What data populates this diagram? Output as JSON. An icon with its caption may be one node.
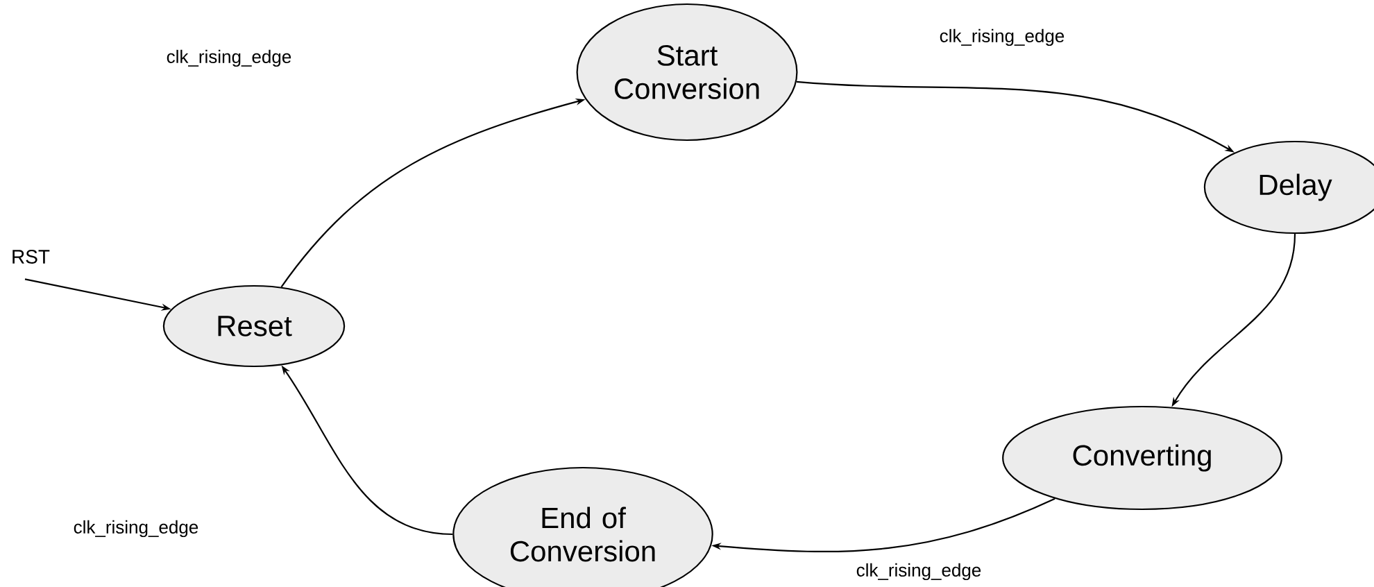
{
  "diagram": {
    "nodes": [
      {
        "text": [
          "RST"
        ]
      },
      {
        "text": [
          "Reset"
        ]
      },
      {
        "text": [
          "Start Conversion"
        ]
      },
      {
        "text": [
          "Delay"
        ]
      },
      {
        "text": [
          "Converting"
        ]
      },
      {
        "text": [
          "End of Conversion"
        ]
      }
    ],
    "edges": [
      {
        "from": 0,
        "to": 1,
        "arrow": "to"
      },
      {
        "from": 1,
        "to": 2,
        "arrow": "to"
      },
      {
        "from": 2,
        "to": 3,
        "arrow": "to"
      },
      {
        "from": 3,
        "to": 4,
        "arrow": "to"
      },
      {
        "from": 4,
        "to": 5,
        "arrow": "to"
      },
      {
        "from": 5,
        "to": 1,
        "arrow": "to"
      }
    ],
    "labels": [
      "clk_rising_edge",
      "clk_rising_edge",
      "clk_rising_edge",
      "clk_rising_edge"
    ]
  }
}
